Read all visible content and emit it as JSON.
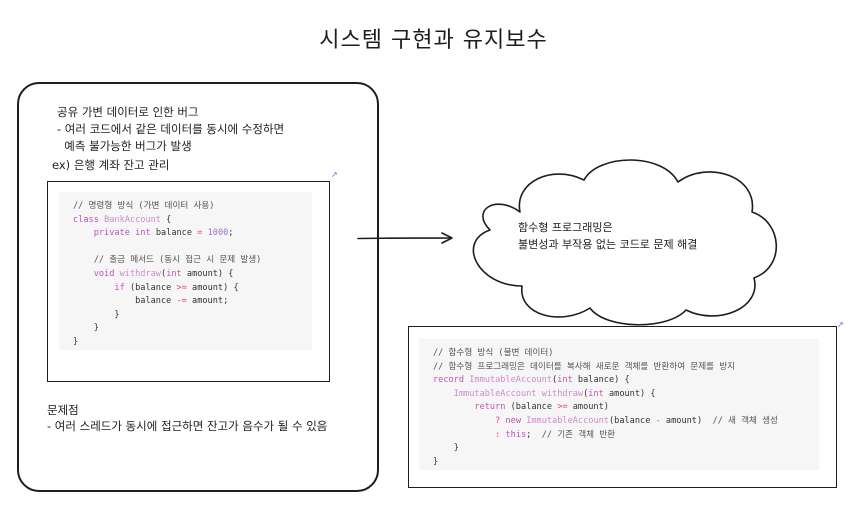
{
  "title": "시스템 구현과 유지보수",
  "left_box": {
    "intro_lines": [
      "공유 가변 데이터로 인한 버그",
      "- 여러 코드에서 같은 데이터를 동시에 수정하면",
      "  예측 불가능한 버그가 발생"
    ],
    "example_label": "ex) 은행 계좌 잔고 관리",
    "problem_title": "문제점",
    "problem_line": "- 여러 스레드가 동시에 접근하면 잔고가 음수가 될 수 있음"
  },
  "mutable_code": {
    "l1": "// 명령형 방식 (가변 데이터 사용)",
    "l2_kw": "class",
    "l2_name": "BankAccount",
    "l2_brace": "{",
    "l3_kw": "private int",
    "l3_var": "balance",
    "l3_eq": "=",
    "l3_num": "1000",
    "l3_end": ";",
    "l5": "// 출금 메서드 (동시 접근 시 문제 발생)",
    "l6_kw": "void",
    "l6_name": "withdraw",
    "l6_open": "(",
    "l6_type": "int",
    "l6_rest": " amount) {",
    "l7_kw": "if",
    "l7_a": " (balance ",
    "l7_op": ">=",
    "l7_b": " amount) {",
    "l8_a": "balance ",
    "l8_op": "-=",
    "l8_b": " amount;",
    "l9": "}",
    "l10": "}",
    "l11": "}"
  },
  "cloud": {
    "line1": "함수형 프로그래밍은",
    "line2": "불변성과 부작용 없는 코드로 문제 해결"
  },
  "immutable_code": {
    "l1": "// 함수형 방식 (불변 데이터)",
    "l2": "// 함수형 프로그래밍은 데이터를 복사해 새로운 객체를 반환하여 문제를 방지",
    "l3_kw": "record",
    "l3_name": "ImmutableAccount",
    "l3_open": "(",
    "l3_type": "int",
    "l3_rest": " balance) {",
    "l4_name": "ImmutableAccount",
    "l4_method": "withdraw",
    "l4_open": "(",
    "l4_type": "int",
    "l4_rest": " amount) {",
    "l5_kw": "return",
    "l5_a": " (balance ",
    "l5_op": ">=",
    "l5_b": " amount)",
    "l6_q": "?",
    "l6_kw": "new",
    "l6_name": "ImmutableAccount",
    "l6_a": "(balance ",
    "l6_op": "-",
    "l6_b": " amount)",
    "l6_cm": "// 새 객체 생성",
    "l7_c": ":",
    "l7_kw": "this",
    "l7_end": ";",
    "l7_cm": "// 기존 객체 반환",
    "l8": "}",
    "l9": "}"
  },
  "icons": {
    "external_link": "↗"
  },
  "colors": {
    "stroke": "#1e1e1e",
    "code_bg": "#f6f6f6",
    "keyword": "#c052b8",
    "operator": "#e0447a",
    "link": "#4a7bd4"
  }
}
